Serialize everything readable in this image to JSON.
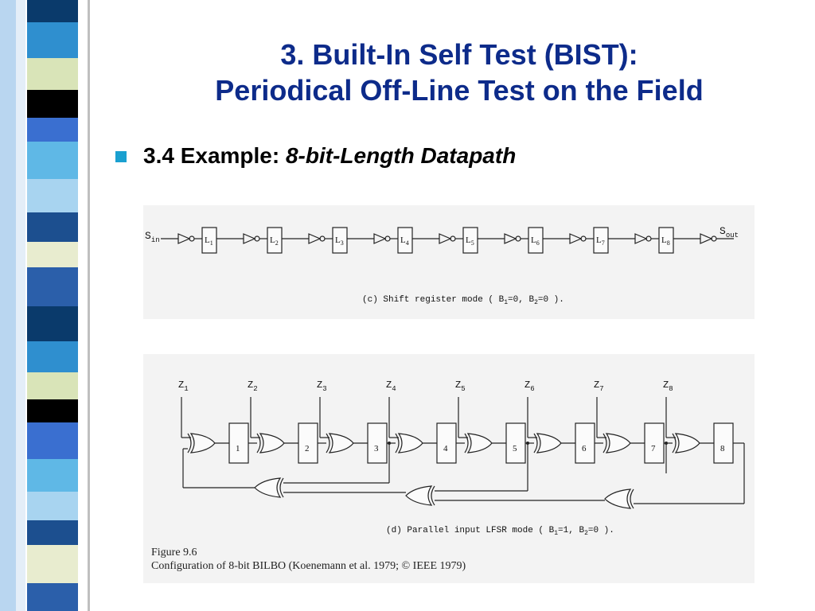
{
  "slide": {
    "title_line1": "3. Built-In Self Test (BIST):",
    "title_line2": "Periodical Off-Line Test on the Field",
    "bullet_prefix": "3.4 Example: ",
    "bullet_italic": "8-bit-Length Datapath",
    "colors": {
      "title": "#0d2b8a",
      "bullet": "#1aa0d0"
    }
  },
  "diagram_c": {
    "input_label": "S",
    "input_sub": "in",
    "output_label": "S",
    "output_sub": "out",
    "registers": [
      {
        "label": "L",
        "sub": "1"
      },
      {
        "label": "L",
        "sub": "2"
      },
      {
        "label": "L",
        "sub": "3"
      },
      {
        "label": "L",
        "sub": "4"
      },
      {
        "label": "L",
        "sub": "5"
      },
      {
        "label": "L",
        "sub": "6"
      },
      {
        "label": "L",
        "sub": "7"
      },
      {
        "label": "L",
        "sub": "8"
      }
    ],
    "caption_part1": "(c) Shift register mode ( B",
    "caption_sub1": "1",
    "caption_part2": "=0, B",
    "caption_sub2": "2",
    "caption_part3": "=0 )."
  },
  "diagram_d": {
    "inputs": [
      {
        "label": "Z",
        "sub": "1"
      },
      {
        "label": "Z",
        "sub": "2"
      },
      {
        "label": "Z",
        "sub": "3"
      },
      {
        "label": "Z",
        "sub": "4"
      },
      {
        "label": "Z",
        "sub": "5"
      },
      {
        "label": "Z",
        "sub": "6"
      },
      {
        "label": "Z",
        "sub": "7"
      },
      {
        "label": "Z",
        "sub": "8"
      }
    ],
    "registers": [
      "1",
      "2",
      "3",
      "4",
      "5",
      "6",
      "7",
      "8"
    ],
    "caption_part1": "(d) Parallel input LFSR mode ( B",
    "caption_sub1": "1",
    "caption_part2": "=1, B",
    "caption_sub2": "2",
    "caption_part3": "=0 )."
  },
  "figure": {
    "label": "Figure 9.6",
    "caption": "Configuration of 8-bit BILBO (Koenemann et al. 1979; © IEEE 1979)"
  }
}
